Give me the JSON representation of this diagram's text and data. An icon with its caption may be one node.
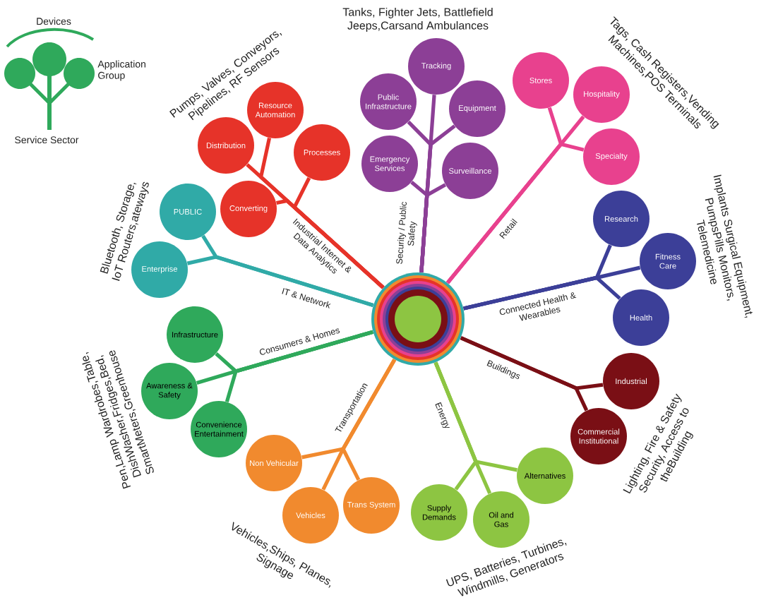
{
  "diagram": {
    "nodes": [
      {
        "text": [],
        "shape": "circle"
      },
      {
        "text": [
          "Resource Automation"
        ]
      },
      {
        "text": [
          "Distribution"
        ]
      },
      {
        "text": [
          "Processes"
        ]
      },
      {
        "text": [
          "Converting"
        ]
      },
      {
        "text": [
          "Tracking"
        ]
      },
      {
        "text": [
          "Public Infrastructure"
        ]
      },
      {
        "text": [
          "Equipment"
        ]
      },
      {
        "text": [
          "Emergency Services"
        ]
      },
      {
        "text": [
          "Surveillance"
        ]
      },
      {
        "text": [
          "Stores"
        ]
      },
      {
        "text": [
          "Hospitality"
        ]
      },
      {
        "text": [
          "Specialty"
        ]
      },
      {
        "text": [
          "Research"
        ]
      },
      {
        "text": [
          "Fitness Care"
        ]
      },
      {
        "text": [
          "Health"
        ]
      },
      {
        "text": [
          "Industrial"
        ]
      },
      {
        "text": [
          "Commercial Institutional"
        ]
      },
      {
        "text": [
          "Alternatives"
        ]
      },
      {
        "text": [
          "Supply Demands"
        ]
      },
      {
        "text": [
          "Oil and Gas"
        ]
      },
      {
        "text": [
          "Non Vehicular"
        ]
      },
      {
        "text": [
          "Vehicles"
        ]
      },
      {
        "text": [
          "Trans System"
        ]
      },
      {
        "text": [
          "Infrastructure"
        ]
      },
      {
        "text": [
          "Awareness & Safety"
        ]
      },
      {
        "text": [
          "Convenience Entertainment"
        ]
      },
      {
        "text": [
          "PUBLIC"
        ]
      },
      {
        "text": [
          "Enterprise"
        ]
      }
    ],
    "edges": [
      {
        "from": 0,
        "to": 1,
        "arrow": "none",
        "color": "#e63329",
        "label": "Industrial Internet & Data Analytics"
      },
      {
        "from": 0,
        "to": 2,
        "arrow": "none",
        "color": "#e63329"
      },
      {
        "from": 0,
        "to": 3,
        "arrow": "none",
        "color": "#e63329"
      },
      {
        "from": 0,
        "to": 4,
        "arrow": "none",
        "color": "#e63329"
      },
      {
        "from": 0,
        "to": 5,
        "arrow": "none",
        "color": "#8c3f96",
        "label": "Security / Public Safety"
      },
      {
        "from": 0,
        "to": 6,
        "arrow": "none",
        "color": "#8c3f96"
      },
      {
        "from": 0,
        "to": 7,
        "arrow": "none",
        "color": "#8c3f96"
      },
      {
        "from": 0,
        "to": 8,
        "arrow": "none",
        "color": "#8c3f96"
      },
      {
        "from": 0,
        "to": 9,
        "arrow": "none",
        "color": "#8c3f96"
      },
      {
        "from": 0,
        "to": 10,
        "arrow": "none",
        "color": "#e8418e",
        "label": "Retail"
      },
      {
        "from": 0,
        "to": 11,
        "arrow": "none",
        "color": "#e8418e"
      },
      {
        "from": 0,
        "to": 12,
        "arrow": "none",
        "color": "#e8418e"
      },
      {
        "from": 0,
        "to": 13,
        "arrow": "none",
        "color": "#3c3f98",
        "label": "Connected Health & Wearables"
      },
      {
        "from": 0,
        "to": 14,
        "arrow": "none",
        "color": "#3c3f98"
      },
      {
        "from": 0,
        "to": 15,
        "arrow": "none",
        "color": "#3c3f98"
      },
      {
        "from": 0,
        "to": 16,
        "arrow": "none",
        "color": "#7a0f15",
        "label": "Buildings"
      },
      {
        "from": 0,
        "to": 17,
        "arrow": "none",
        "color": "#7a0f15"
      },
      {
        "from": 0,
        "to": 18,
        "arrow": "none",
        "color": "#8dc542",
        "label": "Energy"
      },
      {
        "from": 0,
        "to": 19,
        "arrow": "none",
        "color": "#8dc542"
      },
      {
        "from": 0,
        "to": 20,
        "arrow": "none",
        "color": "#8dc542"
      },
      {
        "from": 0,
        "to": 21,
        "arrow": "none",
        "color": "#f18a2e",
        "label": "Transportation"
      },
      {
        "from": 0,
        "to": 22,
        "arrow": "none",
        "color": "#f18a2e"
      },
      {
        "from": 0,
        "to": 23,
        "arrow": "none",
        "color": "#f18a2e"
      },
      {
        "from": 0,
        "to": 24,
        "arrow": "none",
        "color": "#2fa95b",
        "label": "Consumers & Homes"
      },
      {
        "from": 0,
        "to": 25,
        "arrow": "none",
        "color": "#2fa95b"
      },
      {
        "from": 0,
        "to": 26,
        "arrow": "none",
        "color": "#2fa95b"
      },
      {
        "from": 0,
        "to": 27,
        "arrow": "none",
        "color": "#30aaa7",
        "label": "IT & Network"
      },
      {
        "from": 0,
        "to": 28,
        "arrow": "none",
        "color": "#30aaa7"
      }
    ],
    "labels": [
      "Devices",
      "Application Group",
      "Service Sector",
      "Pumps, Valves, Conveyors, Pipelines, RF Sensors",
      "Tanks, Fighter Jets, Battlefield Jeeps,Carsand Ambulances",
      "Tags, Cash Registers,Vending Machines,POS Terminals",
      "Bluetooth, Storage, IoT Routers,ateways",
      "Implants Surgical Equipment, PumpsPills Monitors, Telemedicine",
      "Pen,Lamp Wardrobes,Table, DishWasher,Fridges,Bed, SmartMeters,Greenhouse",
      "Lighting, Fire & Safety Security, Access to theBuilding",
      "Vehicles,Ships, Planes, Signage",
      "UPS, Batteries, Turbines, Windmills, Generators"
    ]
  }
}
